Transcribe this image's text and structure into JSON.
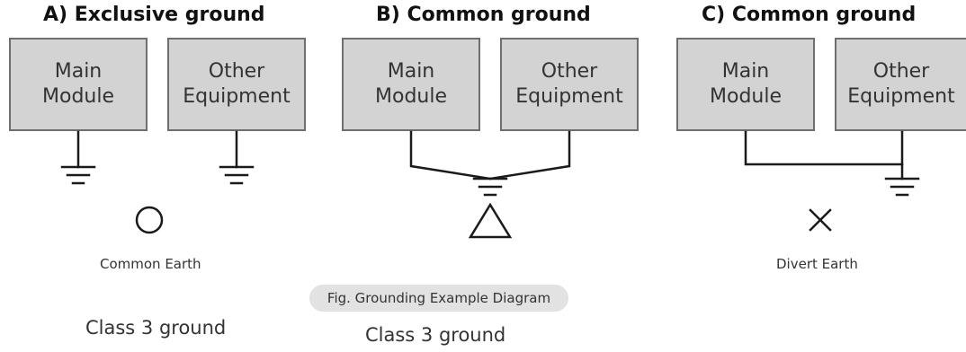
{
  "panels": [
    {
      "title": "A)  Exclusive ground",
      "box1": "Main\nModule",
      "box2": "Other\nEquipment",
      "symbol": "circle-icon",
      "caption": "Common Earth"
    },
    {
      "title": "B)  Common ground",
      "box1": "Main\nModule",
      "box2": "Other\nEquipment",
      "symbol": "triangle-icon"
    },
    {
      "title": "C)  Common ground",
      "box1": "Main\nModule",
      "box2": "Other\nEquipment",
      "symbol": "cross-icon",
      "caption": "Divert Earth"
    }
  ],
  "figure_caption": "Fig. Grounding Example Diagram",
  "class_labels": [
    "Class 3 ground",
    "Class 3 ground"
  ],
  "colors": {
    "box_fill": "#d3d3d3",
    "box_border": "#6e6e6e",
    "wire": "#1a1a1a",
    "pill": "#e2e2e2"
  }
}
